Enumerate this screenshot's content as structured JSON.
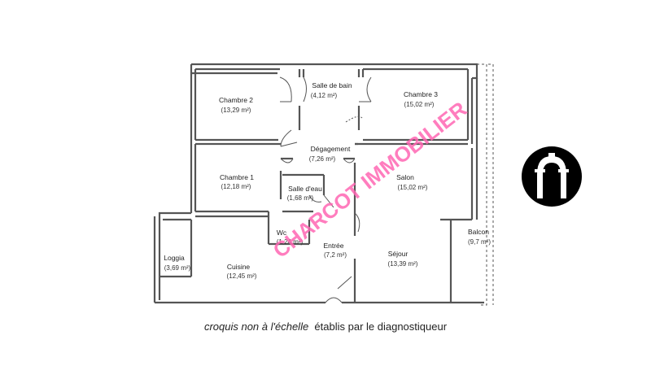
{
  "rooms": {
    "chambre2": {
      "name": "Chambre 2",
      "area": "(13,29 m²)"
    },
    "salle_de_bain": {
      "name": "Salle de bain",
      "area": "(4,12 m²)"
    },
    "chambre3": {
      "name": "Chambre 3",
      "area": "(15,02 m²)"
    },
    "degagement": {
      "name": "Dégagement",
      "area": "(7,26 m²)"
    },
    "chambre1": {
      "name": "Chambre 1",
      "area": "(12,18 m²)"
    },
    "salle_deau": {
      "name": "Salle d'eau",
      "area": "(1,68 m²)"
    },
    "salon": {
      "name": "Salon",
      "area": "(15,02 m²)"
    },
    "wc": {
      "name": "Wc",
      "area": "(1,24 m²)"
    },
    "entree": {
      "name": "Entrée",
      "area": "(7,2 m²)"
    },
    "sejour": {
      "name": "Séjour",
      "area": "(13,39 m²)"
    },
    "balcon": {
      "name": "Balcon",
      "area": "(9,7 m²)"
    },
    "loggia": {
      "name": "Loggia",
      "area": "(3,69 m²)"
    },
    "cuisine": {
      "name": "Cuisine",
      "area": "(12,45 m²)"
    }
  },
  "watermark": "CHARCOT IMMOBILIER",
  "logo": {
    "icon": "arch-logo-icon"
  },
  "caption": {
    "italic": "croquis non à l'échelle",
    "rest": "établis par le diagnostiqueur"
  }
}
